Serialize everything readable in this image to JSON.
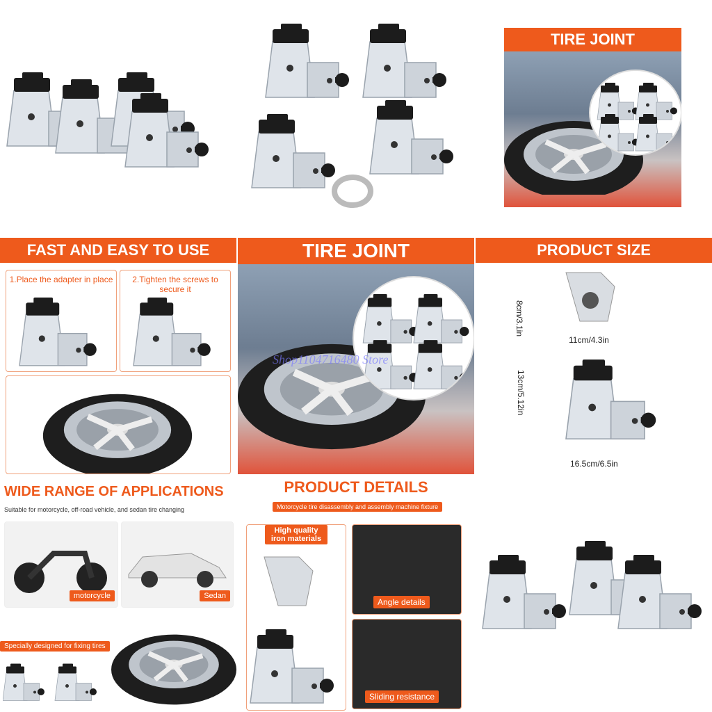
{
  "tile2": {
    "banner": "TIRE JOINT"
  },
  "tile4": {
    "banner": "FAST AND EASY TO USE",
    "step1": "1.Place the adapter in place",
    "step2": "2.Tighten the screws to secure it"
  },
  "tile5": {
    "banner": "TIRE JOINT",
    "watermark": "Shop1104716480 Store"
  },
  "tile6": {
    "banner": "PRODUCT SIZE",
    "dim_top_h": "8cm/3.1in",
    "dim_top_w": "11cm/4.3in",
    "dim_main_h": "13cm/5.12in",
    "dim_main_w": "16.5cm/6.5in"
  },
  "tile7": {
    "title": "WIDE RANGE OF APPLICATIONS",
    "subtitle": "Suitable for motorcycle, off-road vehicle, and sedan tire changing",
    "moto_label": "motorcycle",
    "sedan_label": "Sedan",
    "fix_label": "Specially designed for fixing tires"
  },
  "tile8": {
    "title": "PRODUCT DETAILS",
    "subtitle": "Motorcycle tire disassembly and assembly machine fixture",
    "quality_label": "High quality iron materials",
    "angle_label": "Angle details",
    "sliding_label": "Sliding resistance"
  },
  "colors": {
    "accent": "#ee5a1c",
    "metal": "#d7dde3",
    "rubber": "#1c1c1c"
  }
}
